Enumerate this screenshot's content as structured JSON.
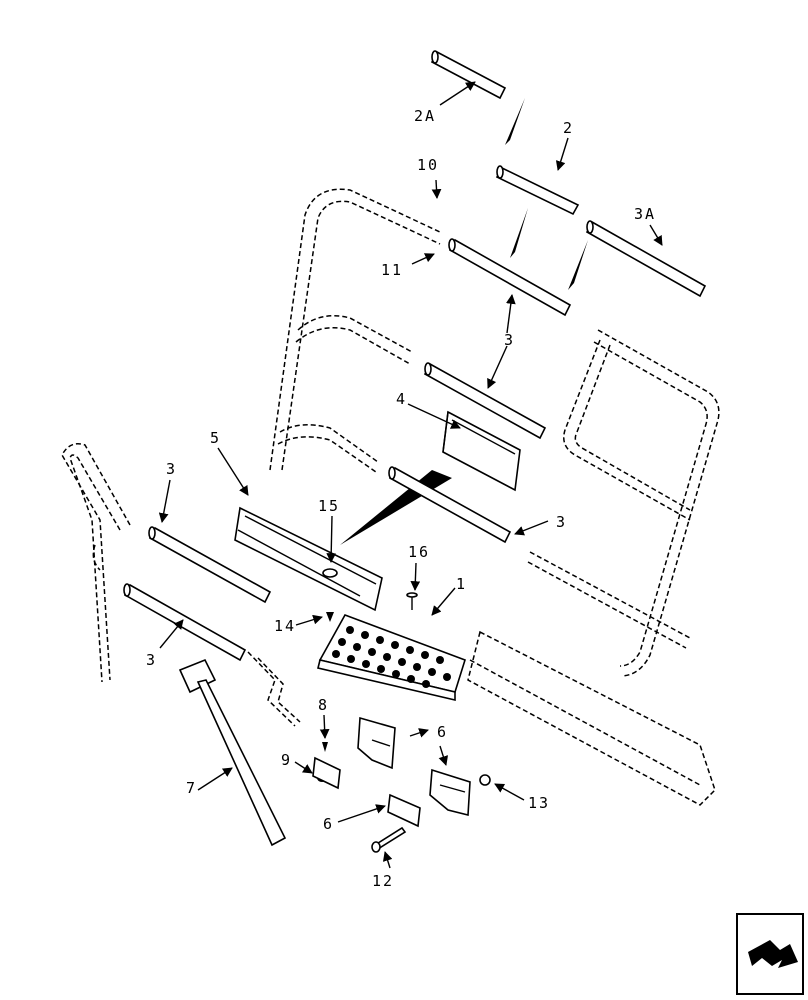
{
  "callouts": {
    "c_2a": "2A",
    "c_2": "2",
    "c_10": "10",
    "c_3a": "3A",
    "c_11": "11",
    "c_3_top": "3",
    "c_4": "4",
    "c_5": "5",
    "c_3_left": "3",
    "c_15": "15",
    "c_3_right": "3",
    "c_16": "16",
    "c_1": "1",
    "c_14": "14",
    "c_3_bottom": "3",
    "c_8": "8",
    "c_6_top": "6",
    "c_9": "9",
    "c_7": "7",
    "c_13": "13",
    "c_6_bottom": "6",
    "c_12": "12"
  },
  "nav_icon": "next-page-arrow-icon"
}
